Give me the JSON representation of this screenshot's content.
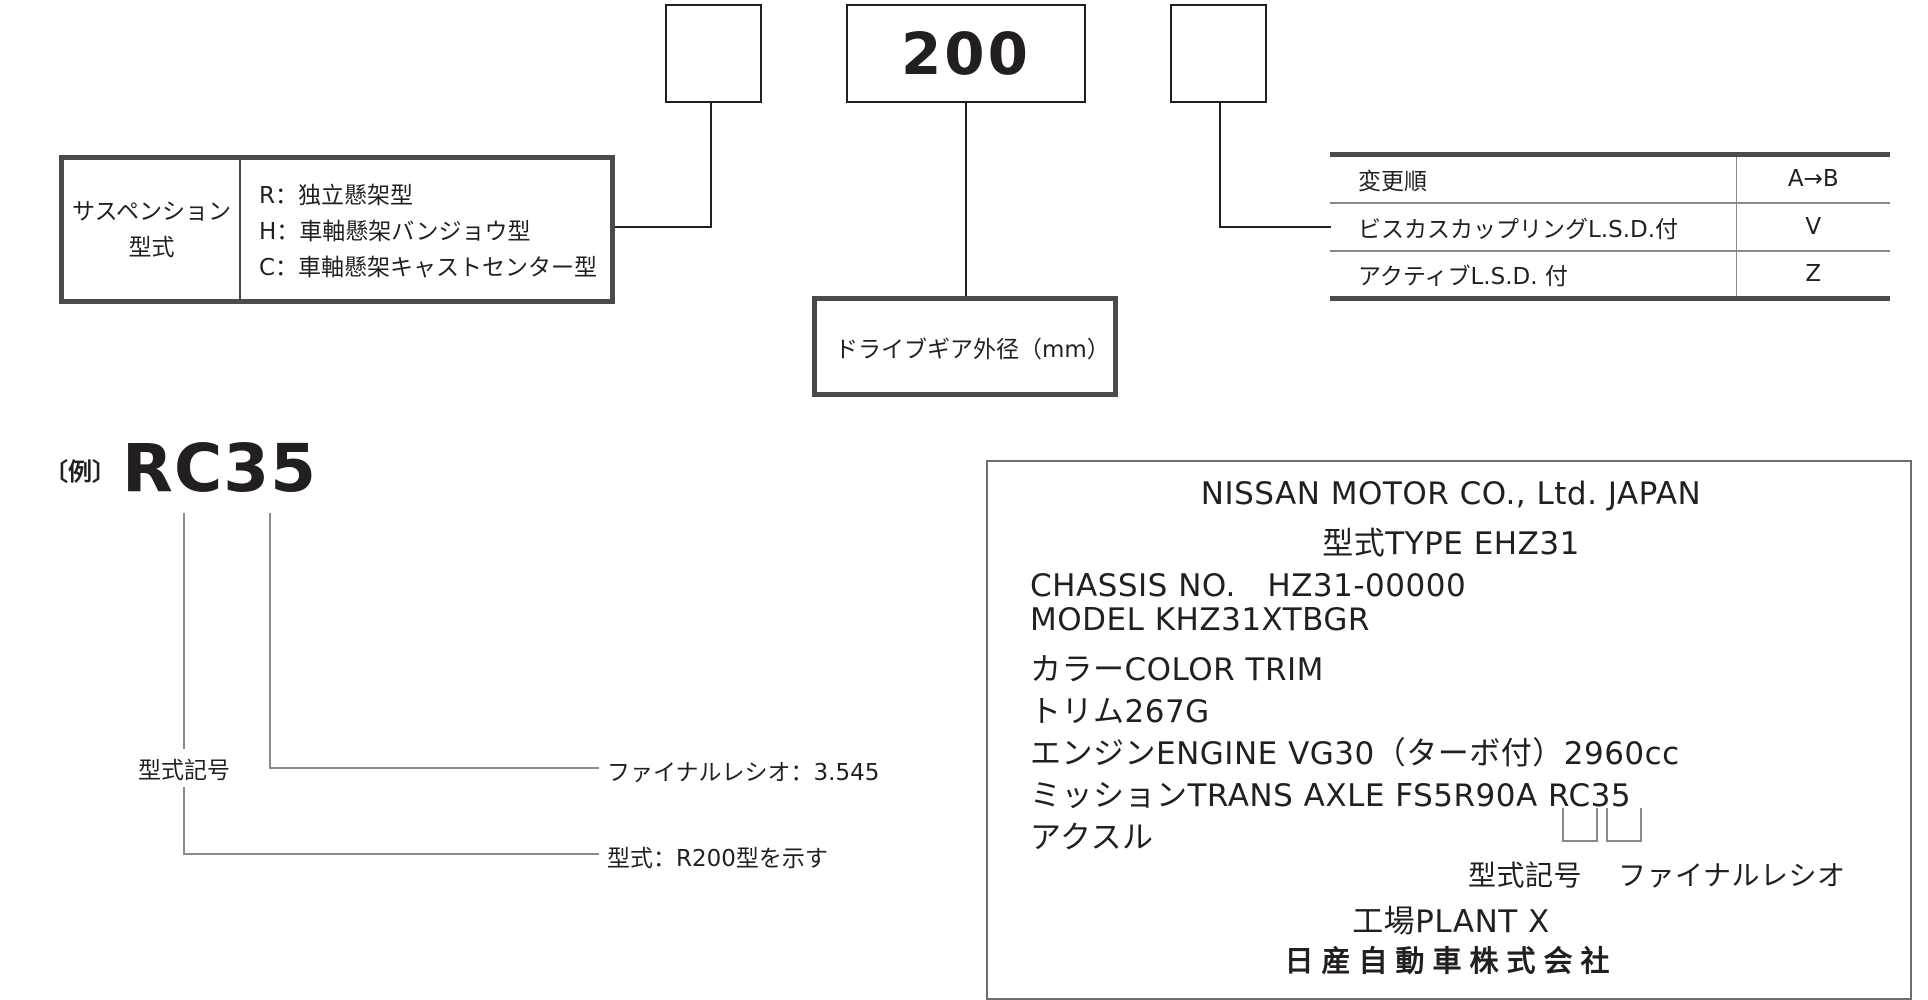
{
  "code": {
    "left_box": "",
    "center_box": "200",
    "right_box": ""
  },
  "suspension": {
    "label_line1": "サスペンション",
    "label_line2": "型式",
    "options": [
      "R：独立懸架型",
      "H：車軸懸架バンジョウ型",
      "C：車軸懸架キャストセンター型"
    ]
  },
  "gear": {
    "label": "ドライブギア外径（mm）"
  },
  "options_table": {
    "rows": [
      {
        "desc": "変更順",
        "code": "A→B"
      },
      {
        "desc": "ビスカスカップリングL.S.D.付",
        "code": "V"
      },
      {
        "desc": "アクティブL.S.D. 付",
        "code": "Z"
      }
    ]
  },
  "example": {
    "prefix": "〔例〕",
    "code": "RC35",
    "type_label": "型式記号",
    "ratio_label": "ファイナルレシオ：3.545",
    "type_desc": "型式：R200型を示す"
  },
  "plate": {
    "line1": "NISSAN MOTOR CO., Ltd. JAPAN",
    "line2": "型式TYPE EHZ31",
    "chassis": "CHASSIS NO.　HZ31-00000",
    "model": "MODEL KHZ31XTBGR",
    "color": "カラーCOLOR TRIM",
    "trim": "トリム267G",
    "engine": "エンジンENGINE VG30（ターボ付）2960cc",
    "mission": "ミッションTRANS AXLE FS5R90A RC35",
    "axle": "アクスル",
    "type_note": "型式記号",
    "ratio_note": "ファイナルレシオ",
    "plant": "工場PLANT X",
    "maker": "日産自動車株式会社"
  }
}
